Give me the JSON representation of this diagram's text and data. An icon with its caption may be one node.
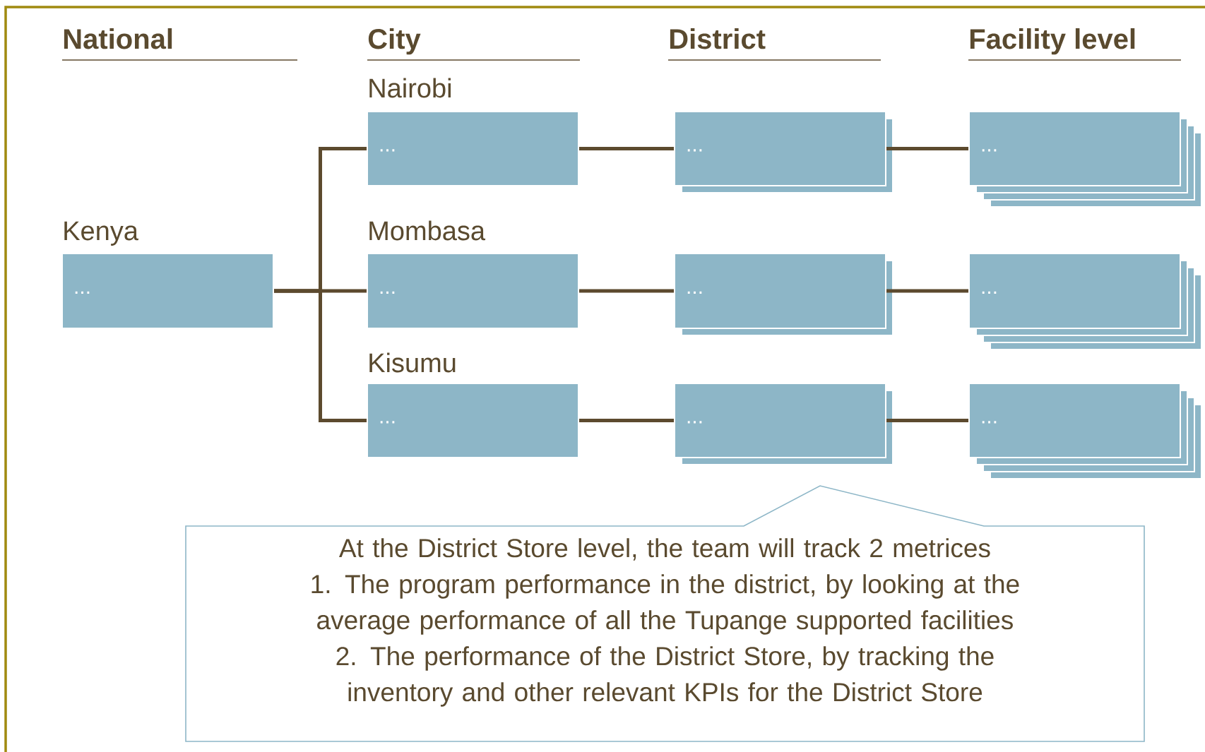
{
  "diagram": {
    "nodes": [
      {
        "text": [
          "Kenya",
          "..."
        ]
      },
      {
        "text": [
          "Nairobi",
          "..."
        ]
      },
      {
        "text": [
          "Mombasa",
          "..."
        ]
      },
      {
        "text": [
          "Kisumu",
          "..."
        ]
      },
      {
        "text": [
          "..."
        ]
      },
      {
        "text": [
          "..."
        ]
      },
      {
        "text": [
          "..."
        ]
      },
      {
        "text": [
          "..."
        ]
      },
      {
        "text": [
          "..."
        ]
      },
      {
        "text": [
          "..."
        ]
      },
      {
        "text": [
          "At the District Store level, the team will track 2 metrices",
          "1. The program performance in the district, by looking at the average performance of all the Tupange supported facilities",
          "2. The performance of the District Store, by tracking the inventory and other relevant KPIs for the District Store"
        ]
      }
    ],
    "edges": [
      {
        "from": 0,
        "to": 1,
        "arrow": "none"
      },
      {
        "from": 0,
        "to": 2,
        "arrow": "none"
      },
      {
        "from": 0,
        "to": 3,
        "arrow": "none"
      },
      {
        "from": 1,
        "to": 4,
        "arrow": "none"
      },
      {
        "from": 2,
        "to": 5,
        "arrow": "none"
      },
      {
        "from": 3,
        "to": 6,
        "arrow": "none"
      },
      {
        "from": 4,
        "to": 7,
        "arrow": "none"
      },
      {
        "from": 5,
        "to": 8,
        "arrow": "none"
      },
      {
        "from": 6,
        "to": 9,
        "arrow": "none"
      }
    ],
    "labels": [
      "National",
      "City",
      "District",
      "Facility level"
    ]
  }
}
